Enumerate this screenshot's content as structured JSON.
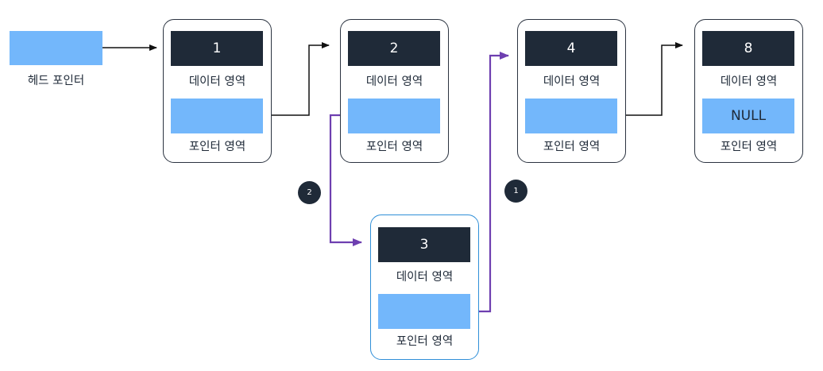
{
  "head": {
    "label": "헤드 포인터"
  },
  "nodes": [
    {
      "id": "n1",
      "value": "1",
      "data_label": "데이터 영역",
      "pointer_label": "포인터 영역",
      "pointer_value": ""
    },
    {
      "id": "n2",
      "value": "2",
      "data_label": "데이터 영역",
      "pointer_label": "포인터 영역",
      "pointer_value": ""
    },
    {
      "id": "n4",
      "value": "4",
      "data_label": "데이터 영역",
      "pointer_label": "포인터 영역",
      "pointer_value": ""
    },
    {
      "id": "n8",
      "value": "8",
      "data_label": "데이터 영역",
      "pointer_label": "포인터 영역",
      "pointer_value": "NULL"
    },
    {
      "id": "n3",
      "value": "3",
      "data_label": "데이터 영역",
      "pointer_label": "포인터 영역",
      "pointer_value": ""
    }
  ],
  "steps": [
    {
      "label": "2"
    },
    {
      "label": "1"
    }
  ],
  "colors": {
    "node_border": "#2b3340",
    "new_node_border": "#2f8fd8",
    "data_fill": "#1f2a38",
    "pointer_fill": "#73b7fb",
    "link_arrow": "#111111",
    "insert_arrow": "#6e3fb0"
  }
}
